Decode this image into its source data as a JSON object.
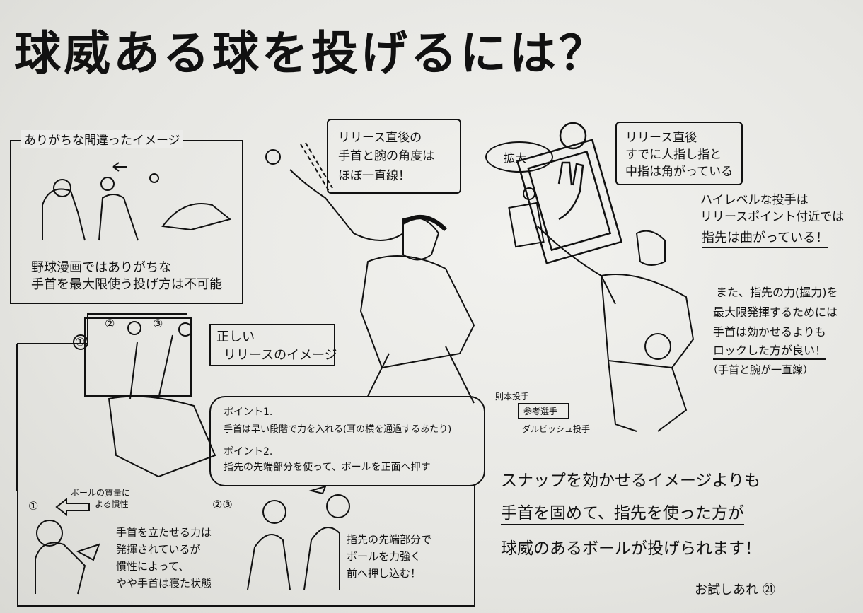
{
  "title": "球威ある球を投げるには？",
  "wrong_image": {
    "heading": "ありがちな間違ったイメージ",
    "caption_line1": "野球漫画ではありがちな",
    "caption_line2": "手首を最大限使う投げ方は不可能"
  },
  "release_bubble_left": {
    "line1": "リリース直後の",
    "line2": "手首と腕の角度は",
    "line3": "ほぼ一直線！"
  },
  "magnify_label": "拡大",
  "release_bubble_right": {
    "line1": "リリース直後",
    "line2": "すでに人指し指と",
    "line3": "中指は角がっている"
  },
  "high_level": {
    "line1": "ハイレベルな投手は",
    "line2": "リリースポイント付近では",
    "line3": "指先は曲がっている！"
  },
  "grip_note": {
    "line1": "また、指先の力(握力)を",
    "line2": "最大限発揮するためには",
    "line3": "手首は効かせるよりも",
    "line4": "ロックした方が良い！",
    "line5": "（手首と腕が一直線）"
  },
  "correct_image": {
    "label_line1": "正しい",
    "label_line2": "リリースのイメージ",
    "step1": "①",
    "step2": "②",
    "step3": "③"
  },
  "pitcher_left_label": "則本投手",
  "pitcher_right_label": "ダルビッシュ投手",
  "reference_label": "参考選手",
  "points": {
    "point1_title": "ポイント1.",
    "point1_text": "手首は早い段階で力を入れる(耳の横を通過するあたり)",
    "point2_title": "ポイント2.",
    "point2_text": "指先の先端部分を使って、ボールを正面へ押す"
  },
  "bottom_panel": {
    "num1": "①",
    "num23": "②③",
    "inertia_label_line1": "ボールの質量に",
    "inertia_label_line2": "よる慣性",
    "wrist_text_line1": "手首を立たせる力は",
    "wrist_text_line2": "発揮されているが",
    "wrist_text_line3": "慣性によって、",
    "wrist_text_line4": "やや手首は寝た状態",
    "fingertip_line1": "指先の先端部分で",
    "fingertip_line2": "ボールを力強く",
    "fingertip_line3": "前へ押し込む！"
  },
  "conclusion": {
    "line1": "スナップを効かせるイメージよりも",
    "line2": "手首を固めて、指先を使った方が",
    "line3": "球威のあるボールが投げられます！"
  },
  "signoff": "お試しあれ",
  "signoff_mark": "㉑"
}
